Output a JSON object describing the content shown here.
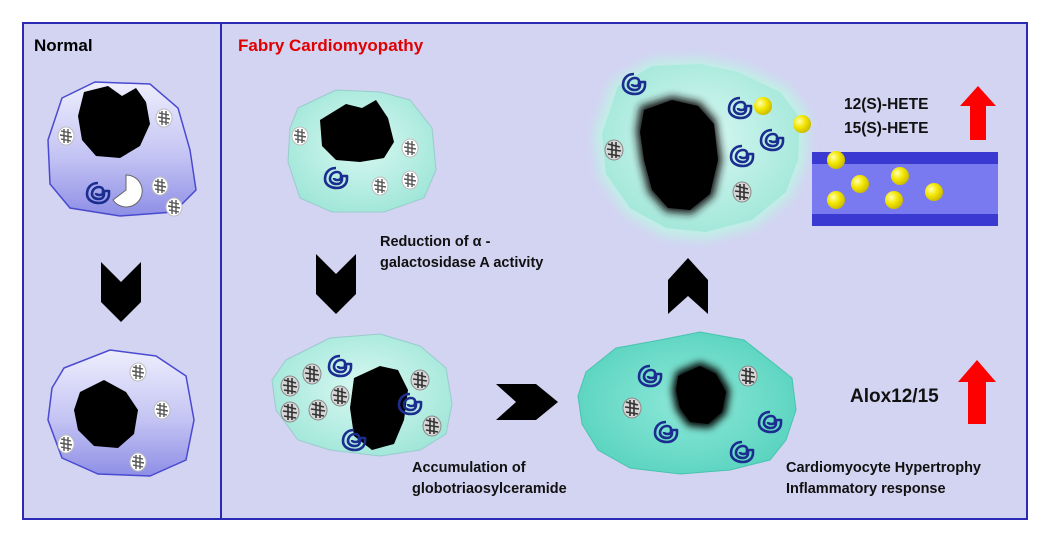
{
  "panels": {
    "normal": {
      "title": "Normal"
    },
    "fabry": {
      "title": "Fabry Cardiomyopathy"
    }
  },
  "labels": {
    "reduction_line1": "Reduction of α -",
    "reduction_line2": "galactosidase A activity",
    "accumulation_line1": "Accumulation of",
    "accumulation_line2": "globotriaosylceramide",
    "hete12": "12(S)-HETE",
    "hete15": "15(S)-HETE",
    "alox": "Alox12/15",
    "outcome_line1": "Cardiomyocyte Hypertrophy",
    "outcome_line2": "Inflammatory response"
  },
  "colors": {
    "panel_fill": "#d3d3f2",
    "panel_border": "#2a2ab4",
    "normal_cell": "#9b9bea",
    "fabry_cell": "#a8eadf",
    "inflamed_cell": "#5fd8c4",
    "red_arrow": "#ff0000",
    "particle": "#f2e600",
    "vessel_wall": "#3a3ad2",
    "vessel_lumen": "#7a7af0",
    "title_red": "#e00000"
  }
}
